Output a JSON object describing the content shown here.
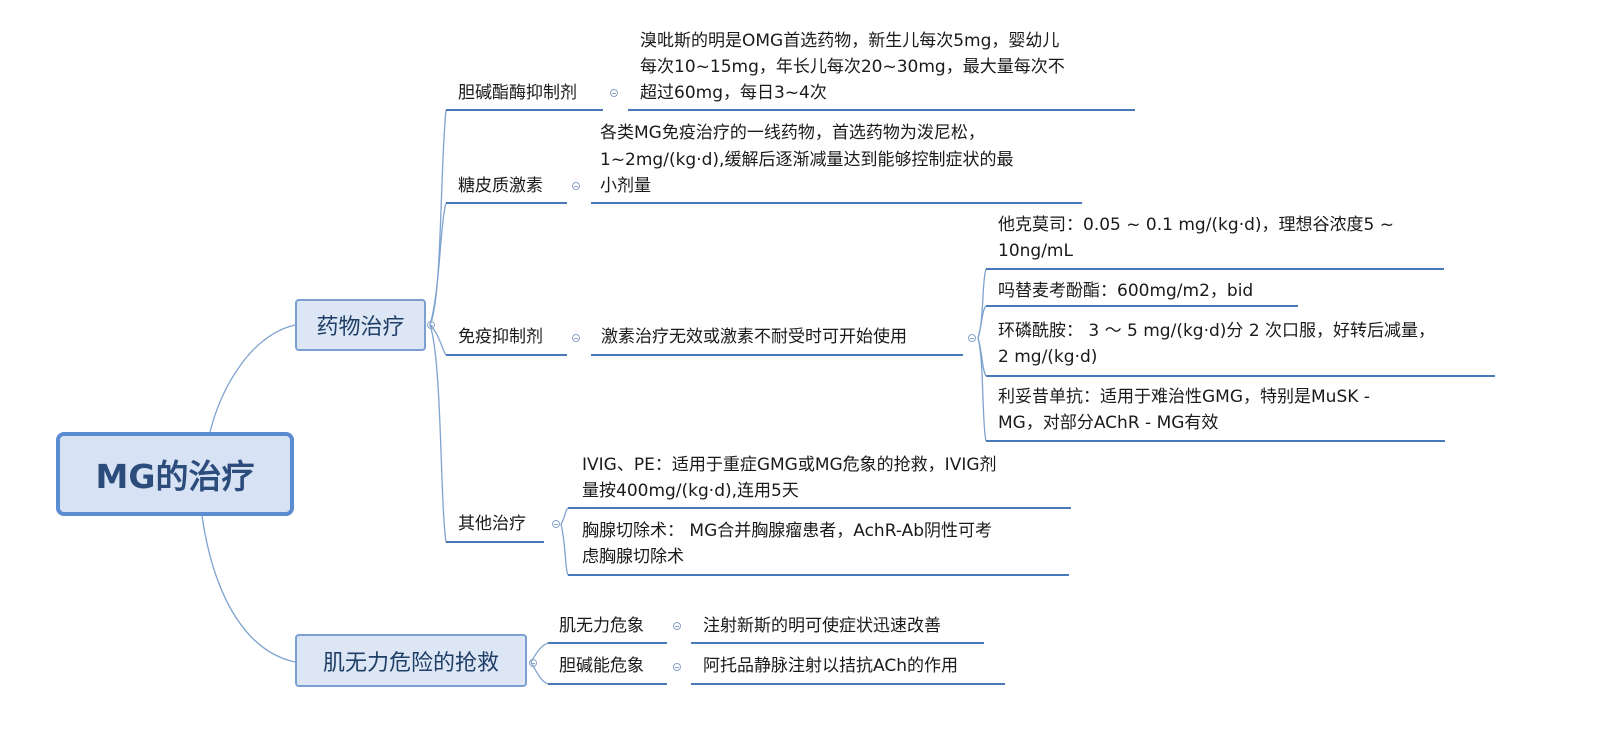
{
  "root": "MG的治疗",
  "main": {
    "drug": "药物治疗",
    "crisis": "肌无力危险的抢救"
  },
  "drug": {
    "cholinesterase": {
      "label": "胆碱酯酶抑制剂",
      "lines": [
        "溴吡斯的明是OMG首选药物，新生儿每次5mg，婴幼儿",
        "每次10~15mg，年长儿每次20~30mg，最大量每次不",
        "超过60mg，每日3~4次"
      ]
    },
    "steroid": {
      "label": "糖皮质激素",
      "lines": [
        "各类MG免疫治疗的一线药物，首选药物为泼尼松，",
        "1~2mg/(kg·d),缓解后逐渐减量达到能够控制症状的最",
        "小剂量"
      ]
    },
    "immuno": {
      "label": "免疫抑制剂",
      "desc": "激素治疗无效或激素不耐受时可开始使用",
      "items": [
        [
          "他克莫司：0.05 ~ 0.1 mg/(kg·d)，理想谷浓度5 ~",
          "10ng/mL"
        ],
        [
          "吗替麦考酚酯：600mg/m2，bid"
        ],
        [
          "环磷酰胺： 3 ～ 5 mg/(kg·d)分 2 次口服，好转后减量，",
          " 2 mg/(kg·d)"
        ],
        [
          "利妥昔单抗：适用于难治性GMG，特别是MuSK -",
          "MG，对部分AChR - MG有效"
        ]
      ]
    },
    "other": {
      "label": "其他治疗",
      "items": [
        [
          "IVIG、PE：适用于重症GMG或MG危象的抢救，IVIG剂",
          "量按400mg/(kg·d),连用5天"
        ],
        [
          "胸腺切除术： MG合并胸腺瘤患者，AchR-Ab阴性可考",
          "虑胸腺切除术"
        ]
      ]
    }
  },
  "crisis": {
    "myasthenic": {
      "label": "肌无力危象",
      "desc": "注射新斯的明可使症状迅速改善"
    },
    "cholinergic": {
      "label": "胆碱能危象",
      "desc": "阿托品静脉注射以拮抗ACh的作用"
    }
  },
  "colors": {
    "line": "#4a78b8",
    "connector": "#7fa3cf",
    "box_fill": "#dce6f4",
    "box_border": "#7a9fd0",
    "root_border": "#5b8bd0"
  }
}
